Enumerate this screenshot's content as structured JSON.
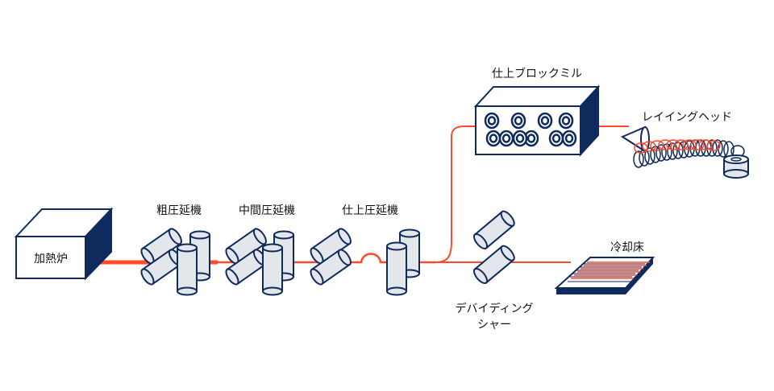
{
  "labels": {
    "furnace": "加熱炉",
    "roughing_mill": "粗圧延機",
    "intermediate_mill": "中間圧延機",
    "finishing_mill": "仕上圧延機",
    "finishing_block_mill": "仕上ブロックミル",
    "laying_head": "レイイングヘッド",
    "dividing_shear_line1": "デバイディング",
    "dividing_shear_line2": "シャー",
    "cooling_bed": "冷却床"
  },
  "colors": {
    "navy": "#0f2a5c",
    "roll_fill": "#e3e6ea",
    "line_red": "#ff4a2a",
    "outline": "#0f2a5c"
  }
}
